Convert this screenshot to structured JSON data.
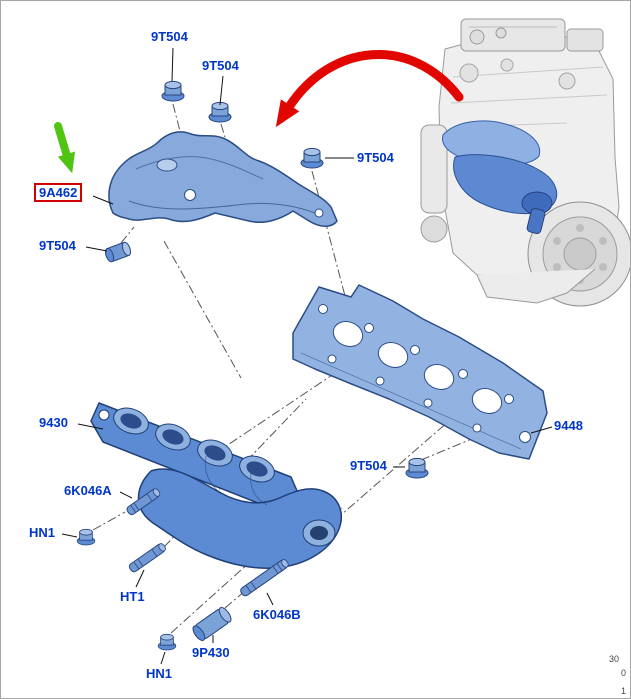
{
  "diagram": {
    "type": "exploded-parts-diagram",
    "subject": "Exhaust manifold and heat shield parts diagram",
    "labels": [
      {
        "text": "9T504",
        "highlighted": false
      },
      {
        "text": "9T504",
        "highlighted": false
      },
      {
        "text": "9T504",
        "highlighted": false
      },
      {
        "text": "9A462",
        "highlighted": true
      },
      {
        "text": "9T504",
        "highlighted": false
      },
      {
        "text": "9430",
        "highlighted": false
      },
      {
        "text": "9448",
        "highlighted": false
      },
      {
        "text": "9T504",
        "highlighted": false
      },
      {
        "text": "6K046A",
        "highlighted": false
      },
      {
        "text": "HN1",
        "highlighted": false
      },
      {
        "text": "HT1",
        "highlighted": false
      },
      {
        "text": "6K046B",
        "highlighted": false
      },
      {
        "text": "9P430",
        "highlighted": false
      },
      {
        "text": "HN1",
        "highlighted": false
      }
    ],
    "corner_marks": [
      "30",
      "0",
      "1"
    ],
    "annotations": {
      "green_pointer_arrow_color": "#4fc412",
      "red_location_arrow_color": "#e10600",
      "highlight_box_color": "#d40000",
      "label_color": "#0036c8"
    },
    "colors": {
      "part_fill_light": "#92b3e2",
      "part_fill": "#7ba3d8",
      "part_fill_dark": "#5d8bd3",
      "part_stroke": "#27447e",
      "engine_gray": "#e9e9e9",
      "background": "#ffffff",
      "border": "#a6a6a6"
    }
  }
}
